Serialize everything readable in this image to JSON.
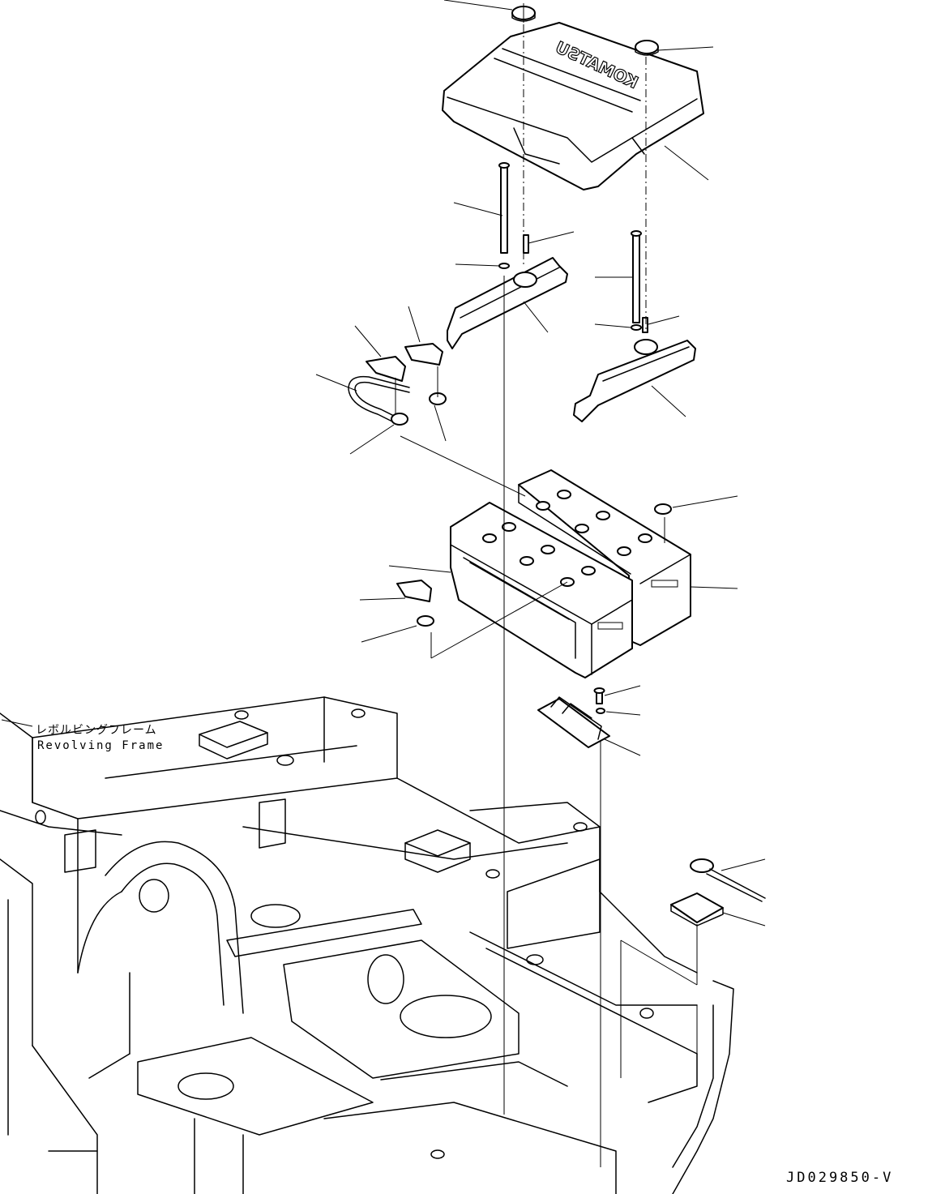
{
  "labels": {
    "revolving_frame_jp": "レボルビングフレーム",
    "revolving_frame_en": "Revolving Frame",
    "drawing_id": "JD029850-V"
  },
  "brand": {
    "cover_logo": "KOMATSU"
  },
  "icons": [
    "cap-icon",
    "bolt-icon",
    "battery-icon",
    "clamp-icon",
    "cable-icon",
    "terminal-cover-icon",
    "tray-icon",
    "wrench-icon"
  ]
}
